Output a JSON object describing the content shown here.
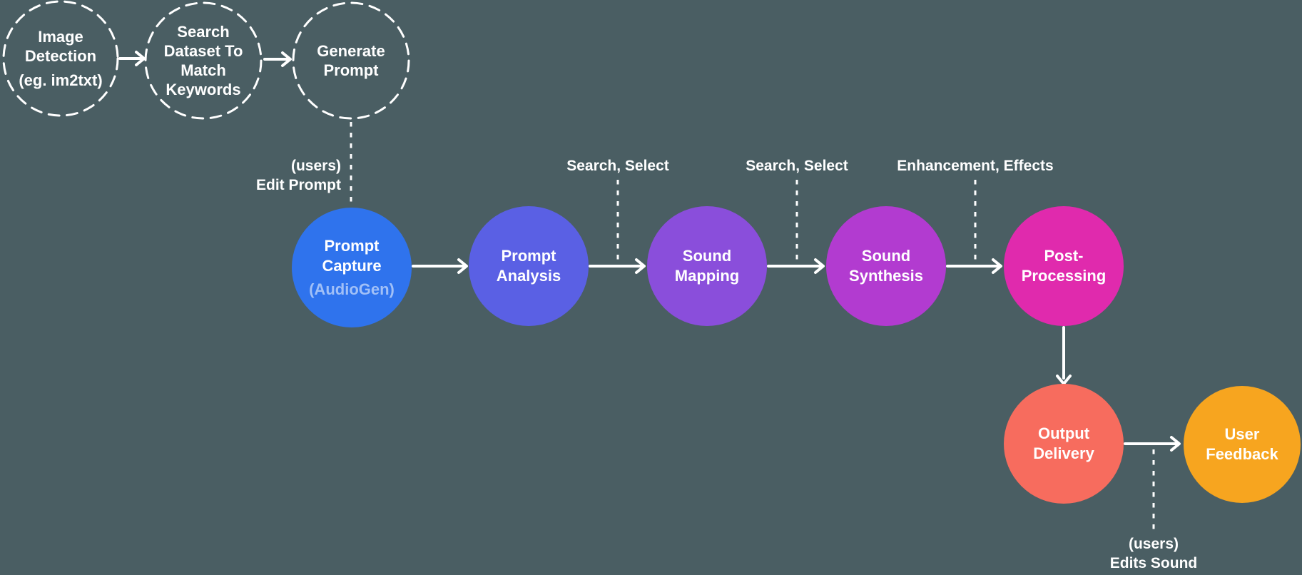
{
  "colors": {
    "background": "#4A5E63",
    "line": "#FFFFFF",
    "audiogen_text": "rgba(255,255,255,0.55)",
    "nodes": {
      "prompt_capture": "#2F73ED",
      "prompt_analysis": "#5A60E4",
      "sound_mapping": "#8A4EDB",
      "sound_synthesis": "#B23BD0",
      "post_processing": "#E02AAD",
      "output_delivery": "#F76C5E",
      "user_feedback": "#F7A51F"
    }
  },
  "preprocess": {
    "image_detection": {
      "label": "Image\nDetection",
      "sublabel": "(eg. im2txt)"
    },
    "search_dataset": {
      "label": "Search\nDataset To\nMatch\nKeywords"
    },
    "generate_prompt": {
      "label": "Generate\nPrompt"
    }
  },
  "pipeline": {
    "prompt_capture": {
      "label": "Prompt\nCapture",
      "sublabel": "(AudioGen)"
    },
    "prompt_analysis": {
      "label": "Prompt\nAnalysis"
    },
    "sound_mapping": {
      "label": "Sound\nMapping"
    },
    "sound_synthesis": {
      "label": "Sound\nSynthesis"
    },
    "post_processing": {
      "label": "Post-\nProcessing"
    },
    "output_delivery": {
      "label": "Output\nDelivery"
    },
    "user_feedback": {
      "label": "User\nFeedback"
    }
  },
  "annotations": {
    "edit_prompt": "(users)\nEdit Prompt",
    "search_select_1": "Search, Select",
    "search_select_2": "Search, Select",
    "enhancement_effects": "Enhancement, Effects",
    "edits_sound": "(users)\nEdits Sound"
  }
}
